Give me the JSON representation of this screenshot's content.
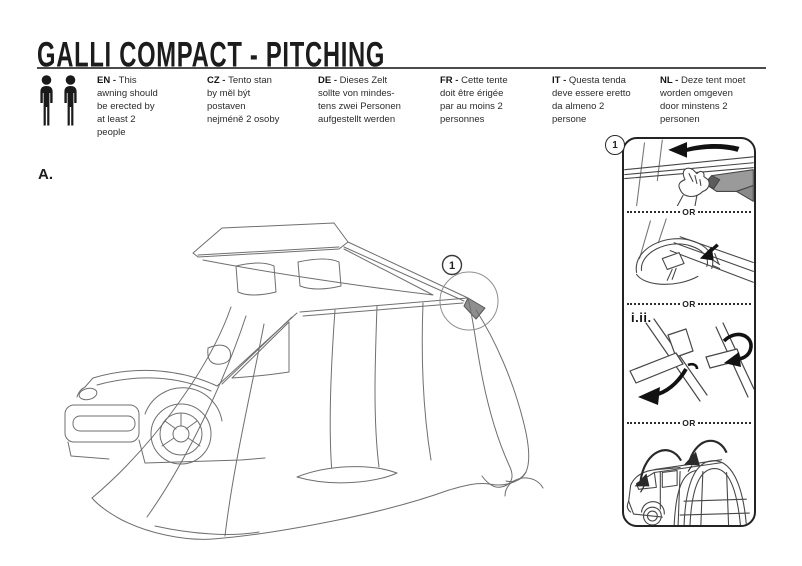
{
  "title": "GALLI COMPACT - PITCHING",
  "section": {
    "label": "A."
  },
  "main": {
    "callout": "1"
  },
  "notice": {
    "languages": [
      {
        "code": "EN",
        "sep": " - ",
        "text": "This\nawning should\nbe erected by\nat least 2\npeople"
      },
      {
        "code": "CZ",
        "sep": " - ",
        "text": "Tento stan\nby měl být\npostaven\nnejméně 2 osoby"
      },
      {
        "code": "DE",
        "sep": " - ",
        "text": "Dieses Zelt\nsollte von mindes-\ntens zwei Personen\naufgestellt werden"
      },
      {
        "code": "FR",
        "sep": " - ",
        "text": "Cette tente\ndoit être érigée\npar au moins 2\npersonnes"
      },
      {
        "code": "IT",
        "sep": " - ",
        "text": "Questa tenda\ndeve essere eretto\nda almeno 2\npersone"
      },
      {
        "code": "NL",
        "sep": " - ",
        "text": "Deze tent moet\nworden omgeven\ndoor minstens 2\npersonen"
      }
    ]
  },
  "sidebar": {
    "step": "1",
    "or_label": "OR",
    "substep_label": "i.ii."
  },
  "colors": {
    "ink": "#231f20",
    "line": "#6f6f6f",
    "panel_border": "#232323",
    "fabric_gray": "#8e8e8e"
  }
}
